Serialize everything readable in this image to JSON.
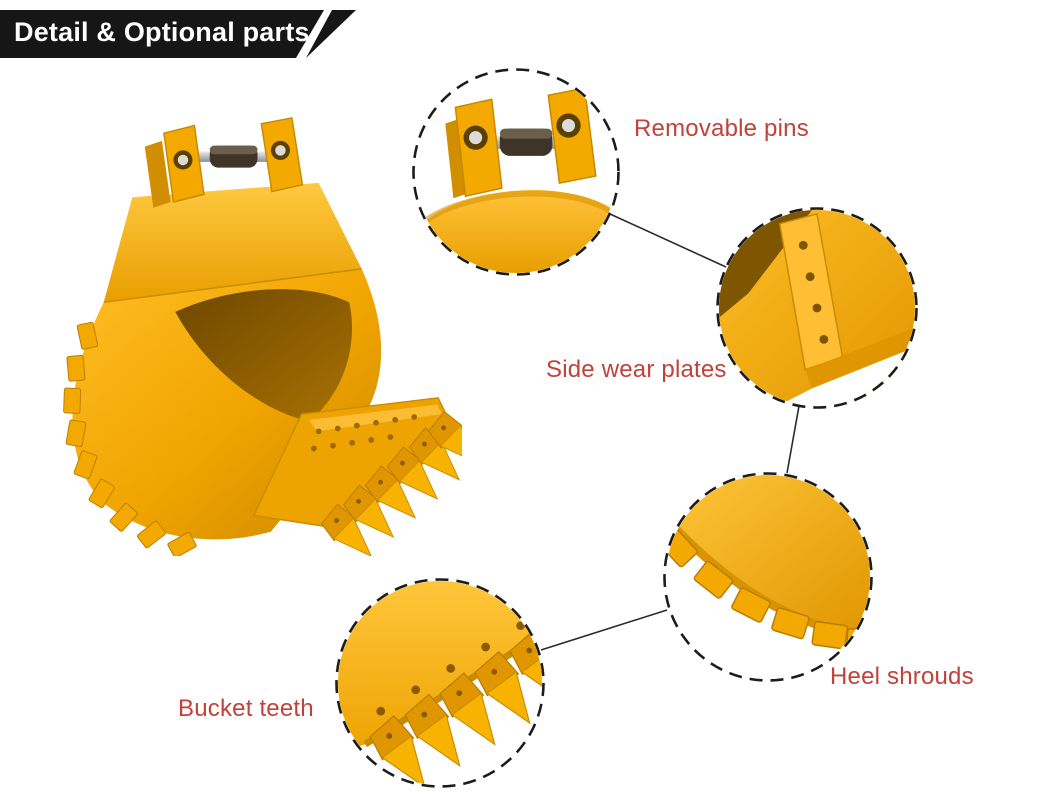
{
  "banner": {
    "title": "Detail & Optional parts"
  },
  "callouts": [
    {
      "id": "removable-pins",
      "label": "Removable pins"
    },
    {
      "id": "side-wear-plates",
      "label": "Side wear plates"
    },
    {
      "id": "heel-shrouds",
      "label": "Heel shrouds"
    },
    {
      "id": "bucket-teeth",
      "label": "Bucket teeth"
    }
  ],
  "colors": {
    "bucket_yellow": "#F2A500",
    "bucket_yellow_light": "#FFC940",
    "bucket_yellow_dark": "#C98700",
    "label_red": "#C0423B",
    "banner_black": "#161616",
    "circle_dash": "#1C1C1C",
    "background": "#FFFFFF"
  }
}
